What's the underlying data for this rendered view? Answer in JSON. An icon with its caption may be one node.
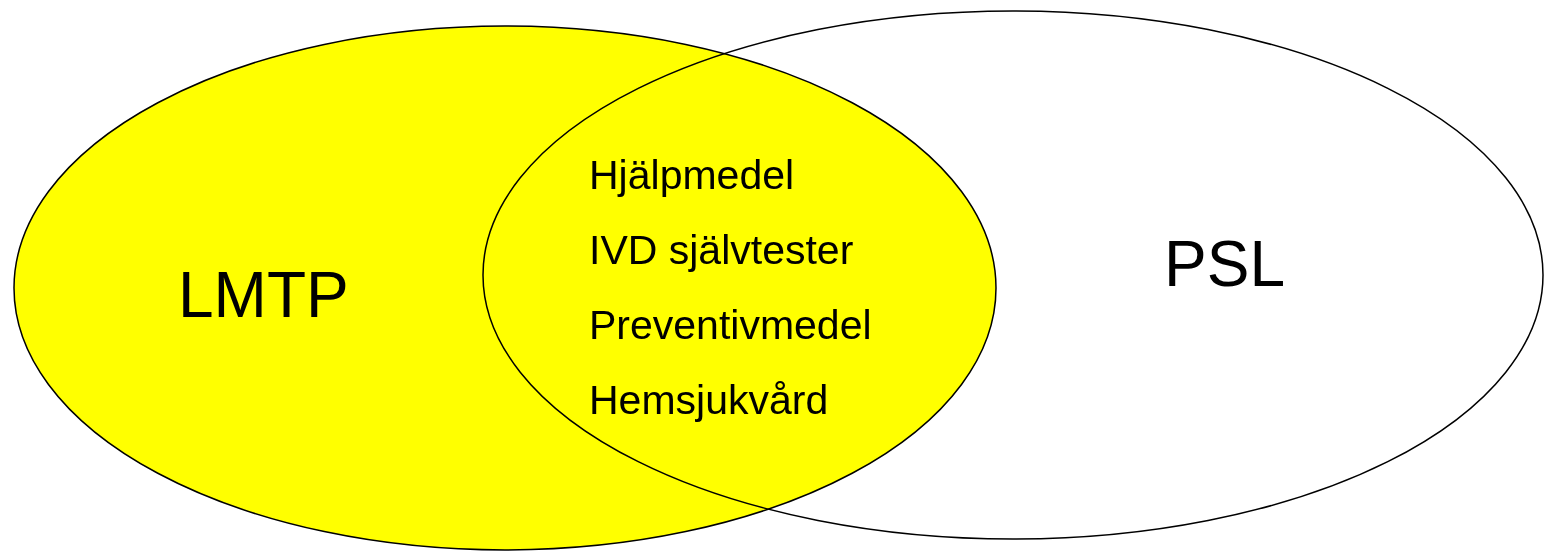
{
  "diagram": {
    "nodes": [
      {
        "text": [
          "LMTP"
        ]
      },
      {
        "text": [
          "PSL"
        ]
      }
    ],
    "labels": [
      "Hjälpmedel",
      "IVD självtester",
      "Preventivmedel",
      "Hemsjukvård"
    ]
  }
}
